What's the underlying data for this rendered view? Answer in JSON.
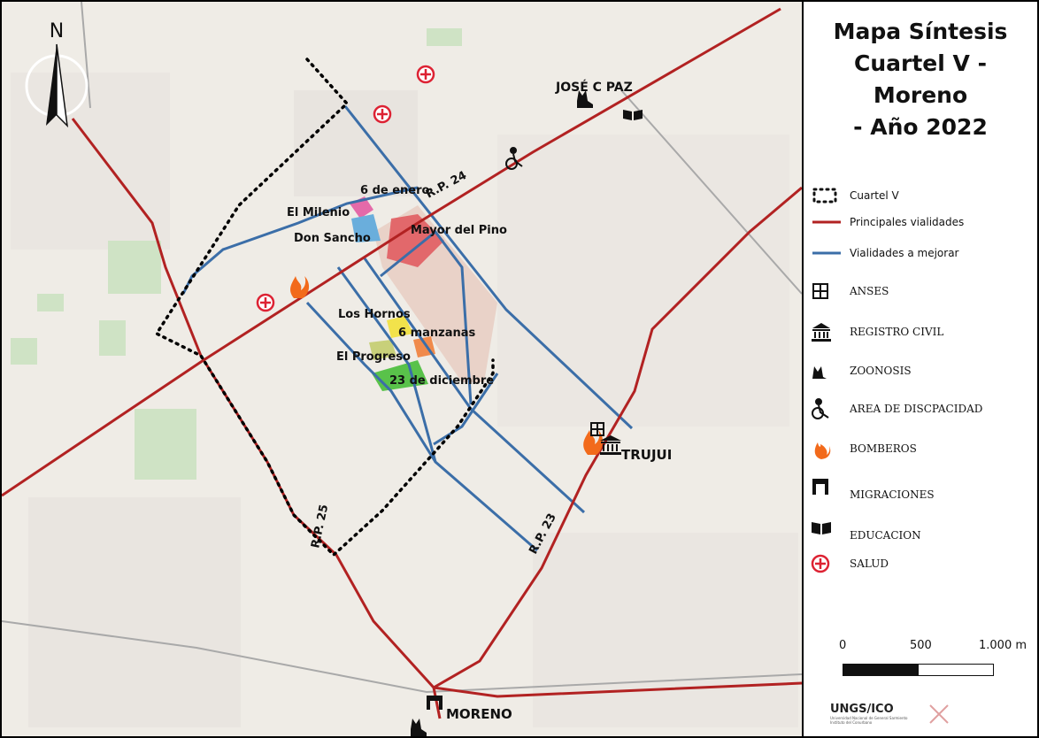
{
  "title_lines": [
    "Mapa Síntesis",
    "Cuartel V - Moreno",
    "- Año 2022"
  ],
  "north_label": "N",
  "legend": [
    {
      "icon": "dotted-boundary-icon",
      "label": "Cuartel V"
    },
    {
      "icon": "red-road-icon",
      "label": "Principales vialidades"
    },
    {
      "icon": "blue-road-icon",
      "label": "Vialidades a mejorar"
    },
    {
      "icon": "anses-icon",
      "label": "ANSES"
    },
    {
      "icon": "registro-civil-icon",
      "label": "REGISTRO CIVIL"
    },
    {
      "icon": "zoonosis-icon",
      "label": "ZOONOSIS"
    },
    {
      "icon": "wheelchair-icon",
      "label": "AREA DE DISCPACIDAD"
    },
    {
      "icon": "fire-icon",
      "label": "BOMBEROS"
    },
    {
      "icon": "migraciones-icon",
      "label": "MIGRACIONES"
    },
    {
      "icon": "book-icon",
      "label": "EDUCACION"
    },
    {
      "icon": "health-cross-icon",
      "label": "SALUD"
    }
  ],
  "scale": {
    "start": "0",
    "mid": "500",
    "end": "1.000 m"
  },
  "logo_text": "UNGS/ICO",
  "logo_sub": "Universidad Nacional de General Sarmiento Instituto del Conurbano",
  "colors": {
    "main_road": "#b22222",
    "improve_road": "#3b6ea8",
    "boundary": "#000000"
  },
  "map_labels": {
    "el_milenio": "El Milenio",
    "seis_enero": "6 de enero",
    "rp24": "R.P. 24",
    "don_sancho": "Don Sancho",
    "mayor_pino": "Mayor del Pino",
    "los_hornos": "Los Hornos",
    "seis_manzanas": "6 manzanas",
    "el_progreso": "El Progreso",
    "diciembre": "23 de diciembre",
    "rp25": "R.P. 25",
    "rp23": "R.P. 23",
    "jose_c_paz": "JOSÉ C PAZ",
    "trujui": "TRUJUI",
    "moreno": "MORENO"
  }
}
